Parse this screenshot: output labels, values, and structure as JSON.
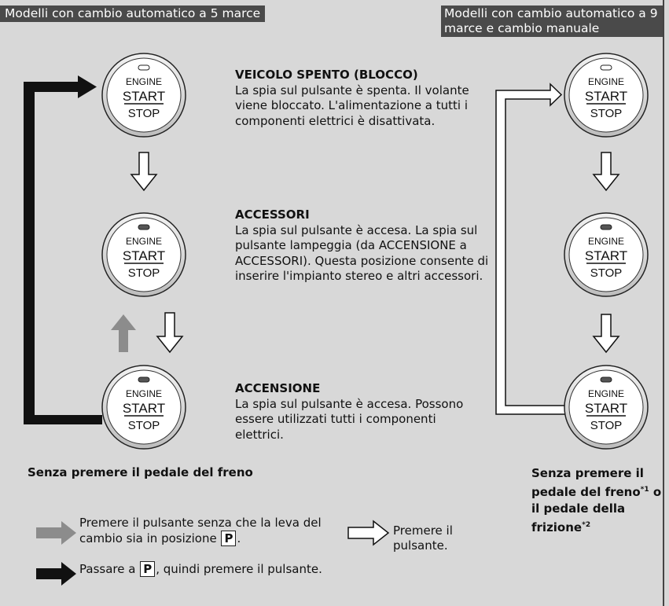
{
  "header": {
    "left_title": "Modelli con cambio automatico a 5 marce",
    "right_title": "Modelli con cambio automatico a 9 marce e cambio manuale"
  },
  "button": {
    "line1": "ENGINE",
    "line2": "START",
    "line3": "STOP"
  },
  "sections": {
    "off": {
      "title": "VEICOLO SPENTO (BLOCCO)",
      "body": "La spia sul pulsante è spenta. Il volante viene bloccato. L'alimentazione a tutti i componenti elettrici è disattivata."
    },
    "accessory": {
      "title": "ACCESSORI",
      "body": "La spia sul pulsante è accesa. La spia sul pulsante lampeggia (da ACCENSIONE a ACCESSORI). Questa posizione consente di inserire l'impianto stereo e altri accessori."
    },
    "ignition": {
      "title": "ACCENSIONE",
      "body": "La spia sul pulsante è accesa. Possono essere utilizzati tutti i componenti elettrici."
    }
  },
  "captions": {
    "left": "Senza premere il pedale del freno",
    "right_part1": "Senza premere il pedale del freno",
    "right_note1": "*1",
    "right_part2": " o il pedale della frizione",
    "right_note2": "*2"
  },
  "legend": {
    "gray_text_before": "Premere il pulsante senza che la leva del cambio sia in posizione ",
    "gray_key": "P",
    "gray_text_after": ".",
    "white_text": "Premere il pulsante.",
    "black_text_before": "Passare a ",
    "black_key": "P",
    "black_text_after": ", quindi premere il pulsante."
  },
  "colors": {
    "background": "#d8d8d8",
    "header_bg": "#4a4a4a",
    "black_arrow": "#111111",
    "gray_arrow": "#8c8c8c",
    "white_arrow": "#ffffff"
  }
}
